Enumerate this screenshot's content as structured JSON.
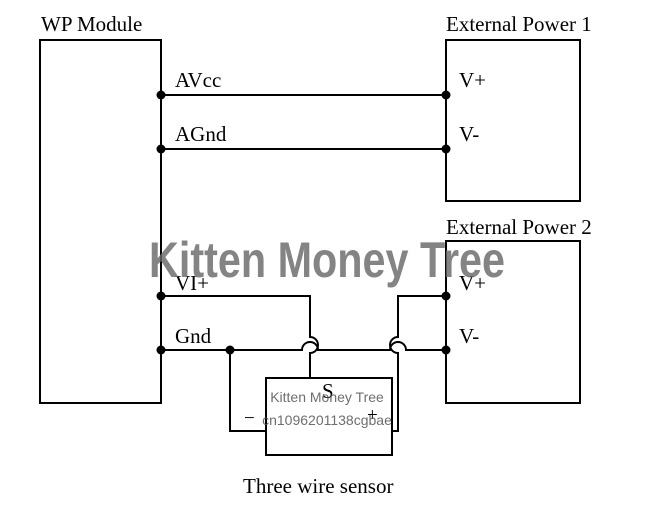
{
  "wp_module": {
    "title": "WP Module",
    "pins": {
      "avcc": "AVcc",
      "agnd": "AGnd",
      "vi_plus": "VI+",
      "gnd": "Gnd"
    }
  },
  "external_power_1": {
    "title": "External Power 1",
    "pins": {
      "v_plus": "V+",
      "v_minus": "V-"
    }
  },
  "external_power_2": {
    "title": "External Power 2",
    "pins": {
      "v_plus": "V+",
      "v_minus": "V-"
    }
  },
  "sensor": {
    "caption": "Three wire sensor",
    "pins": {
      "minus": "−",
      "signal": "S",
      "plus": "+"
    }
  },
  "watermark": {
    "main": "Kitten Money Tree",
    "small_line1": "Kitten Money Tree",
    "small_line2": "cn1096201138cgbae"
  }
}
